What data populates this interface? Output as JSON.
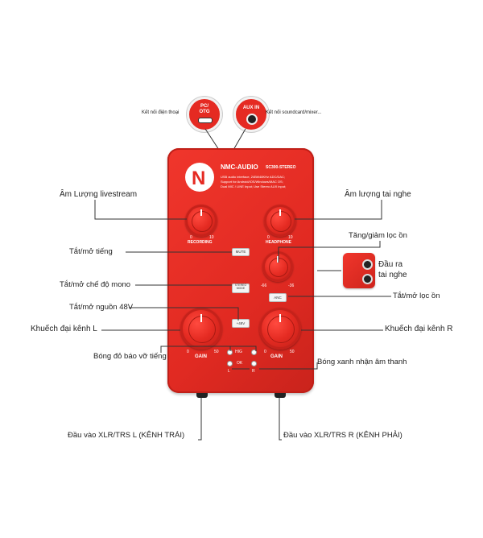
{
  "top": {
    "pc_otg_badge": "PC/\nOTG",
    "aux_in_badge": "AUX IN",
    "pc_caption": "Kết nối điện thoại",
    "aux_caption": "Kết nối soundcard/mixer..."
  },
  "device": {
    "brand": "NMC-AUDIO",
    "model": "SC300-STEREO",
    "spec_lines": [
      "USB audio interface, 24Bit/48KHz ADC/DAC;",
      "Support for Android/IOS/Windows/MAC OS;",
      "Dual MIC / LINE Input; Use Stereo AUX input;"
    ],
    "recording_label": "RECORDING",
    "headphone_label": "HEADPHONE",
    "rec_min": "0",
    "rec_max": "10",
    "hp_min": "0",
    "hp_max": "10",
    "mute_btn": "MUTE",
    "stereo_mode_btn": "STEREO MODE",
    "p48_btn": "+48V",
    "anc_btn": "ANC",
    "anc_min": "-66",
    "anc_max": "-36",
    "gain_label_l": "GAIN",
    "gain_label_r": "GAIN",
    "gain_l_min": "0",
    "gain_l_max": "50",
    "gain_r_min": "0",
    "gain_r_max": "50",
    "hig_label": "HIG",
    "ok_label": "OK",
    "l_label": "L",
    "r_label": "R"
  },
  "callouts": {
    "am_luong_livestream": "Âm Lượng livestream",
    "am_luong_tai_nghe": "Âm lượng tai nghe",
    "tang_giam_loc_on": "Tăng/giảm lọc ồn",
    "tat_mo_tieng": "Tắt/mở tiếng",
    "dau_ra_tai_nghe_1": "Đầu ra",
    "dau_ra_tai_nghe_2": "tai nghe",
    "tat_mo_che_do_mono": "Tắt/mở chế độ mono",
    "tat_mo_loc_on": "Tắt/mở lọc ồn",
    "tat_mo_nguon_48v": "Tắt/mở nguồn 48V",
    "khuech_dai_kenh_l": "Khuếch đại kênh L",
    "khuech_dai_kenh_r": "Khuếch đại kênh R",
    "bong_do": "Bóng đỏ báo vỡ tiếng",
    "bong_xanh": "Bóng xanh nhận âm thanh",
    "dau_vao_l": "Đầu vào XLR/TRS  L (KÊNH TRÁI)",
    "dau_vao_r": "Đầu vào XLR/TRS R (KÊNH PHẢI)"
  }
}
